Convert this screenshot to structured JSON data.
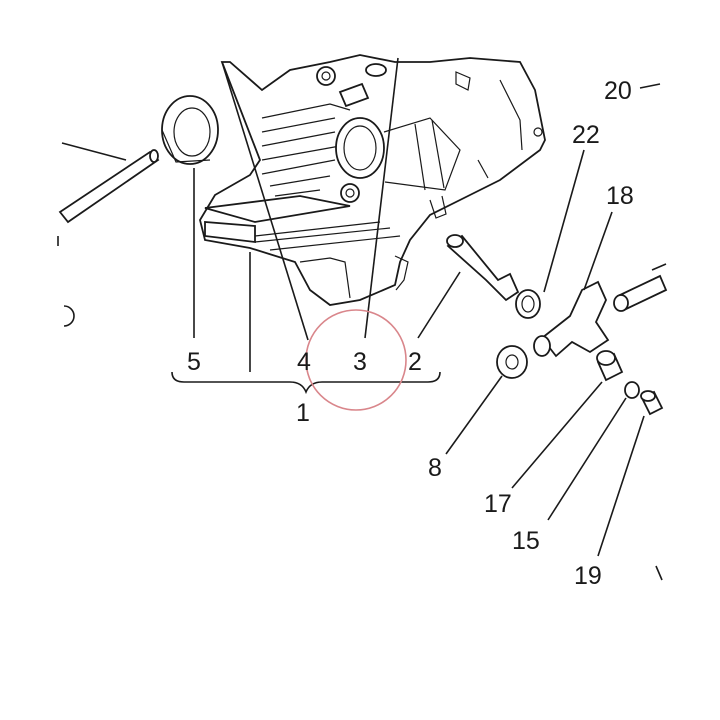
{
  "diagram": {
    "labels": {
      "p20": "20",
      "p22": "22",
      "p18": "18",
      "p5": "5",
      "p4": "4",
      "p3": "3",
      "p2": "2",
      "p1": "1",
      "p8": "8",
      "p17": "17",
      "p15": "15",
      "p19": "19"
    },
    "highlight": {
      "part": "3",
      "color": "#d9868b"
    }
  }
}
